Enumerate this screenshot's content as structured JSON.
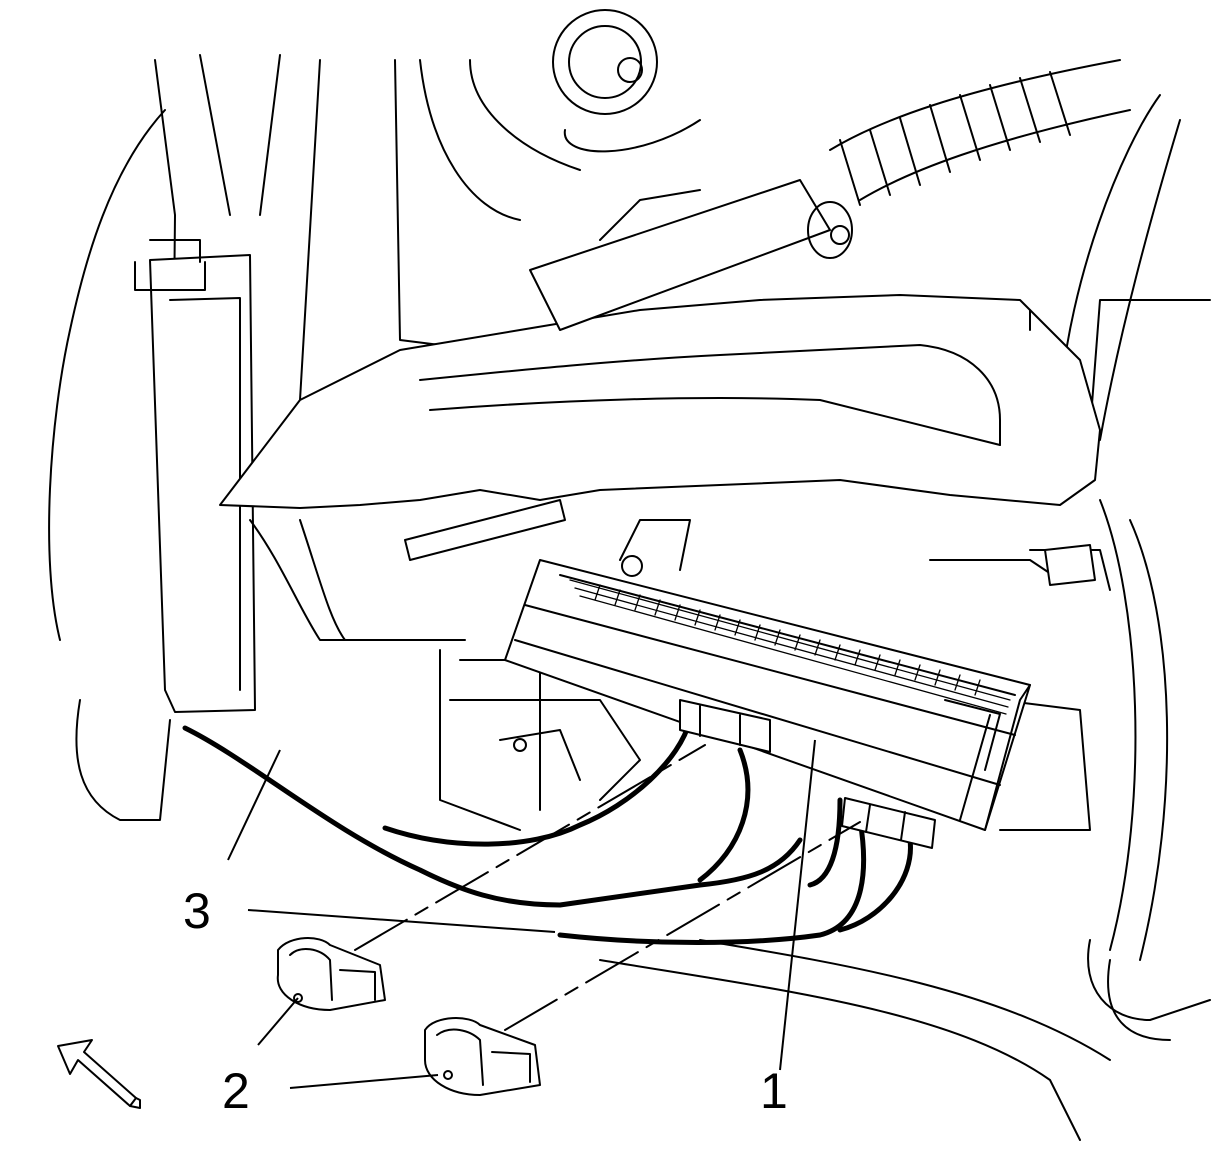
{
  "diagram": {
    "callouts": [
      {
        "id": "1",
        "label": "1"
      },
      {
        "id": "2",
        "label": "2"
      },
      {
        "id": "3",
        "label": "3"
      }
    ],
    "orientation_icon": "front-arrow-icon",
    "line_color": "#000000",
    "background_color": "#ffffff"
  }
}
